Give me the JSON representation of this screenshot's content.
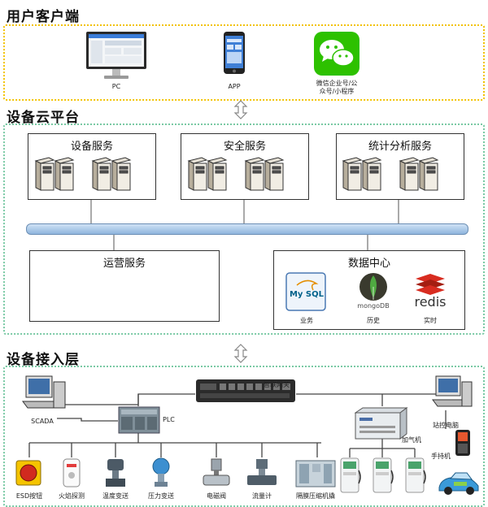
{
  "sections": {
    "client": "用户客户端",
    "cloud": "设备云平台",
    "access": "设备接入层"
  },
  "clients": {
    "pc": "PC",
    "app": "APP",
    "wechat_line1": "微信企业号/公",
    "wechat_line2": "众号/小程序"
  },
  "services": {
    "device": "设备服务",
    "security": "安全服务",
    "analytics": "统计分析服务",
    "operations": "运营服务",
    "datacenter": "数据中心"
  },
  "databases": {
    "mysql": "My SQL",
    "mysql_label": "业务",
    "mongo": "mongoDB",
    "mongo_label": "历史",
    "redis": "redis",
    "redis_label": "实时"
  },
  "access": {
    "gateway": "智联网关",
    "scada": "SCADA",
    "plc": "PLC",
    "dispenser": "加气机",
    "fuel_card": "站控电脑",
    "handheld": "手持机"
  },
  "devices": [
    "ESD按钮",
    "火焰探测",
    "温度变送",
    "压力变送",
    "电磁阀",
    "流量计",
    "隔膜压缩机撬"
  ],
  "colors": {
    "yellow_border": "#f2c200",
    "green_border": "#79c9a4",
    "bus_blue": "#9ec3e6",
    "wechat_green": "#2dc100"
  }
}
